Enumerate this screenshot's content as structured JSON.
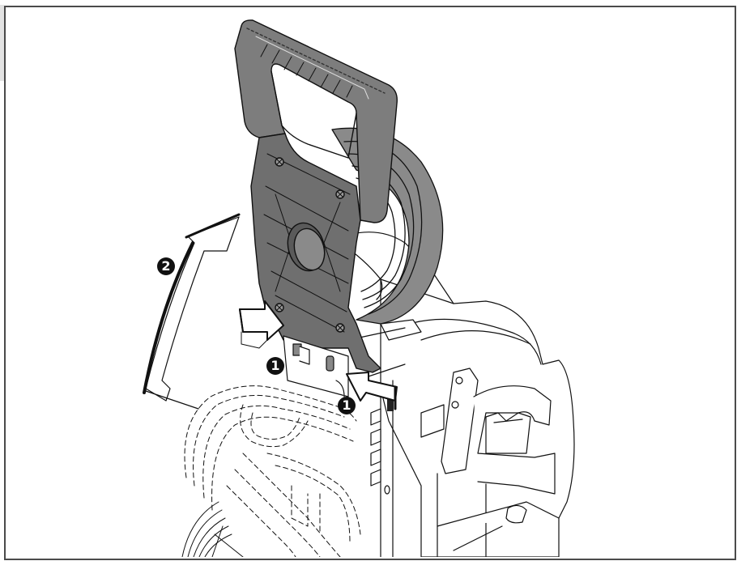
{
  "figure": {
    "description": "Illustration: folding the handle of a pressure washer upward after pressing release tabs",
    "colors": {
      "frame": "#4a4a4a",
      "handle_fill": "#7d7d7d",
      "handle_dark": "#5a5a5a",
      "hose_fill": "#8a8a8a",
      "line": "#111111",
      "callout_bg": "#111111",
      "callout_text": "#ffffff"
    },
    "callouts": [
      {
        "label": "2",
        "meaning": "fold handle (rotation arrow)"
      },
      {
        "label": "1",
        "meaning": "press release tab (left)"
      },
      {
        "label": "1",
        "meaning": "press release tab (right)"
      }
    ]
  }
}
